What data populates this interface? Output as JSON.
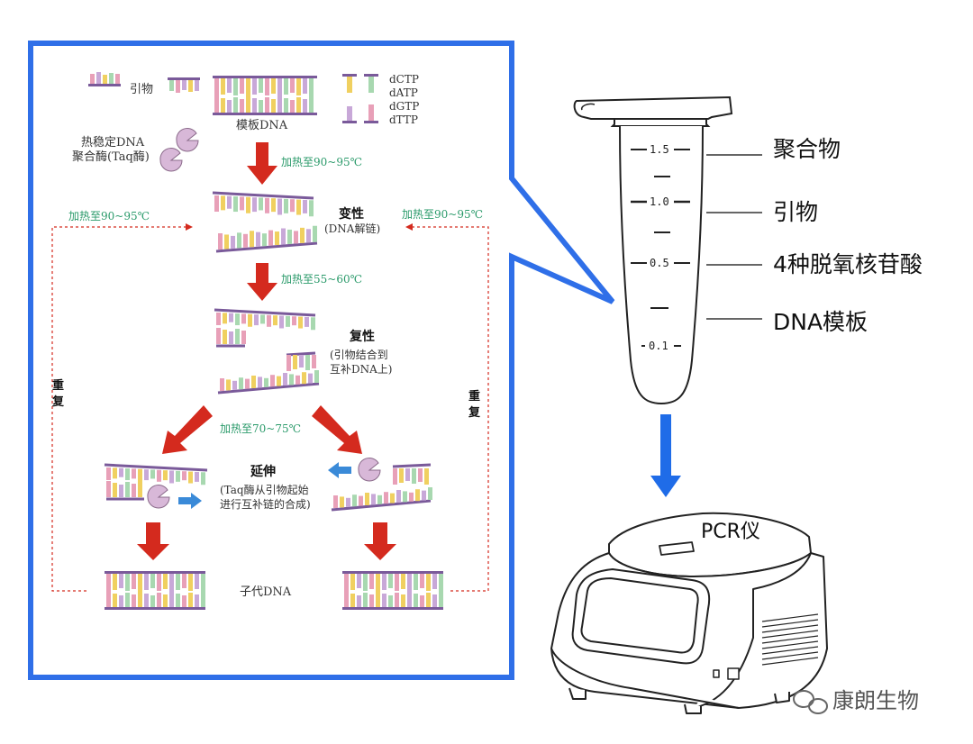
{
  "process": {
    "primer": "引物",
    "template": "模板DNA",
    "dctp": "dCTP",
    "datp": "dATP",
    "dgtp": "dGTP",
    "dttp": "dTTP",
    "enzyme_line1": "热稳定DNA",
    "enzyme_line2": "聚合酶(Taq酶)",
    "heat1": "加热至90~95℃",
    "heat_left": "加热至90~95℃",
    "heat_right": "加热至90~95℃",
    "denature_title": "变性",
    "denature_sub": "(DNA解链)",
    "heat2": "加热至55~60℃",
    "anneal_title": "复性",
    "anneal_sub1": "(引物结合到",
    "anneal_sub2": "互补DNA上)",
    "repeat_left_1": "重",
    "repeat_left_2": "复",
    "repeat_right_1": "重",
    "repeat_right_2": "复",
    "heat3": "加热至70~75℃",
    "extend_title": "延伸",
    "extend_sub1": "(Taq酶从引物起始",
    "extend_sub2": "进行互补链的合成)",
    "daughter": "子代DNA"
  },
  "tube": {
    "marks": [
      "1.5",
      "1.0",
      "0.5",
      "0.1"
    ],
    "labels": [
      "聚合物",
      "引物",
      "4种脱氧核苷酸",
      "DNA模板"
    ]
  },
  "machine": {
    "label": "PCR仪"
  },
  "watermark": {
    "text": "康朗生物"
  },
  "colors": {
    "frame": "#2f6fe8",
    "arrow_red": "#d42a1e",
    "arrow_blue": "#1f6ce8",
    "enzyme": "#d8b8d8",
    "base_yellow": "#f0d060",
    "base_pink": "#e8a0b8",
    "base_green": "#a8d8b0",
    "base_purple": "#c8a8d8"
  }
}
